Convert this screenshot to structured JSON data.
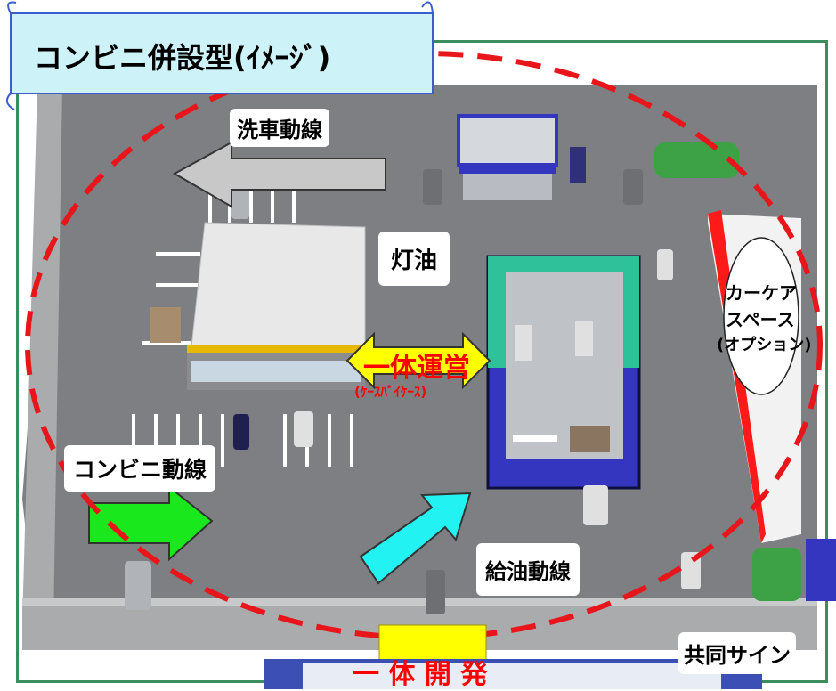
{
  "title": "コンビニ併設型(ｲﾒｰｼﾞ)",
  "labels": {
    "car_wash_flow": "洗車動線",
    "kerosene": "灯油",
    "car_care_line1": "カーケア",
    "car_care_line2": "スペース",
    "car_care_line3": "(オプション)",
    "joint_operation": "一体運営",
    "case_by_case": "(ｹｰｽﾊﾞｲｹｰｽ)",
    "convenience_flow": "コンビニ動線",
    "fueling_flow": "給油動線",
    "joint_sign": "共同サイン",
    "joint_development": "一 体 開 発"
  },
  "colors": {
    "frame": "#3c8d5e",
    "title_fill": "#cdf2f7",
    "ellipse": "#e8161b",
    "arrow_wash": "#c8c8c8",
    "arrow_convenience": "#19e81c",
    "arrow_fueling": "#22f2f2",
    "arrow_joint": "#ffff00",
    "store_roof": "#e8e8e8",
    "station_roof_top": "#2fc29a",
    "station_roof_bottom": "#3436c0",
    "carcare_building": "#ff1a1a",
    "ground": "#7d7f82"
  }
}
